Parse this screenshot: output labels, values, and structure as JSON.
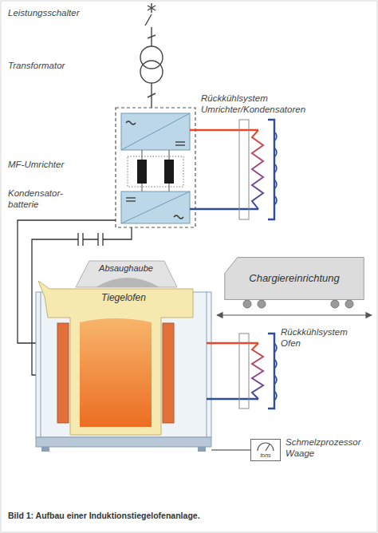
{
  "diagram": {
    "caption": "Bild 1: Aufbau einer Induktionstiegelofenanlage.",
    "nodes": [
      {
        "text": [
          "Absaughaube"
        ]
      },
      {
        "text": [
          "Tiegelofen"
        ]
      },
      {
        "text": [
          "Chargiereinrichtung"
        ]
      },
      {
        "text": [
          "tons"
        ]
      }
    ],
    "edges": [
      {
        "from": 1,
        "to": 3,
        "arrow": "none"
      }
    ],
    "labels": [
      "Leistungsschalter",
      "Transformator",
      "MF-Umrichter",
      "Rückkühlsystem Umrichter/Kondensatoren",
      "Kondensator- batterie",
      "Rückkühlsystem Ofen",
      "Schmelzprozessor Waage"
    ]
  }
}
